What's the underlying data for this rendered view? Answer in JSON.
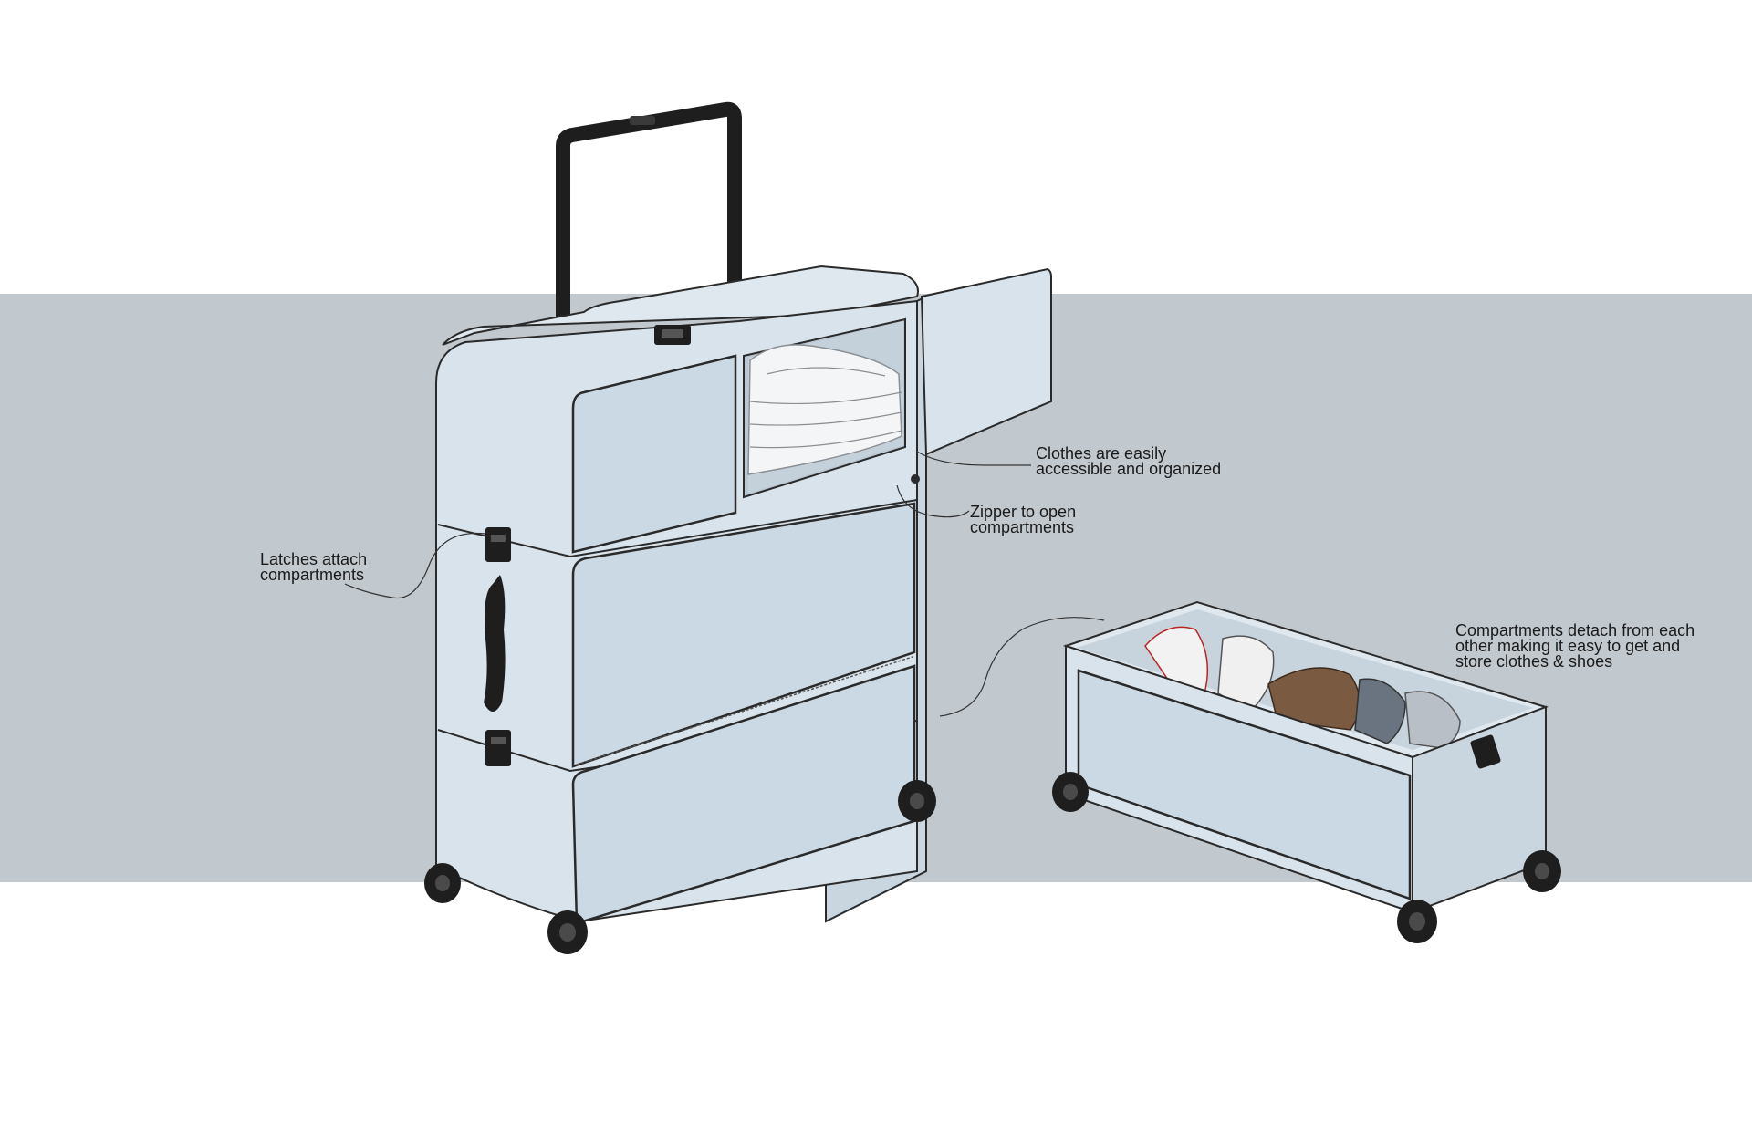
{
  "annotations": {
    "latches": "Latches attach\ncompartments",
    "clothes": "Clothes are easily\naccessible and organized",
    "zipper": "Zipper to open\ncompartments",
    "detach": "Compartments detach from each\nother making it easy to get and\nstore clothes & shoes"
  },
  "colors": {
    "band": "#c1c8ce",
    "shell": "#d8e3ec",
    "panel": "#cfdce7",
    "outline": "#2a2a2a",
    "handle": "#1e1e1e"
  }
}
